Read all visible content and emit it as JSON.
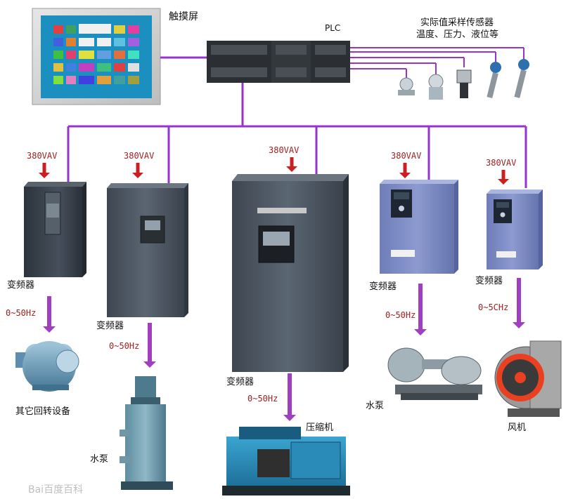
{
  "touchscreen": {
    "label": "触摸屏"
  },
  "plc": {
    "label": "PLC"
  },
  "sensors": {
    "label_line1": "实际值采样传感器",
    "label_line2": "温度、压力、液位等"
  },
  "drives": [
    {
      "voltage": "380VAV",
      "name": "变频器",
      "freq": "0~50Hz",
      "load": "其它回转设备"
    },
    {
      "voltage": "380VAV",
      "name": "变频器",
      "freq": "0~50Hz",
      "load": "水泵"
    },
    {
      "voltage": "380VAV",
      "name": "变频器",
      "freq": "0~50Hz",
      "load": "压缩机"
    },
    {
      "voltage": "380VAV",
      "name": "变频器",
      "freq": "0~50Hz",
      "load": "水泵"
    },
    {
      "voltage": "380VAV",
      "name": "变频器",
      "freq": "0~5CHz",
      "load": "风机"
    }
  ],
  "watermark": "Bai百度百科",
  "colors": {
    "bus": "#9933cc",
    "arrow": "#cc2020",
    "load_arrow": "#a040c0",
    "vfd_dark": "#3c4654",
    "vfd_blue": "#7e8cc4"
  }
}
